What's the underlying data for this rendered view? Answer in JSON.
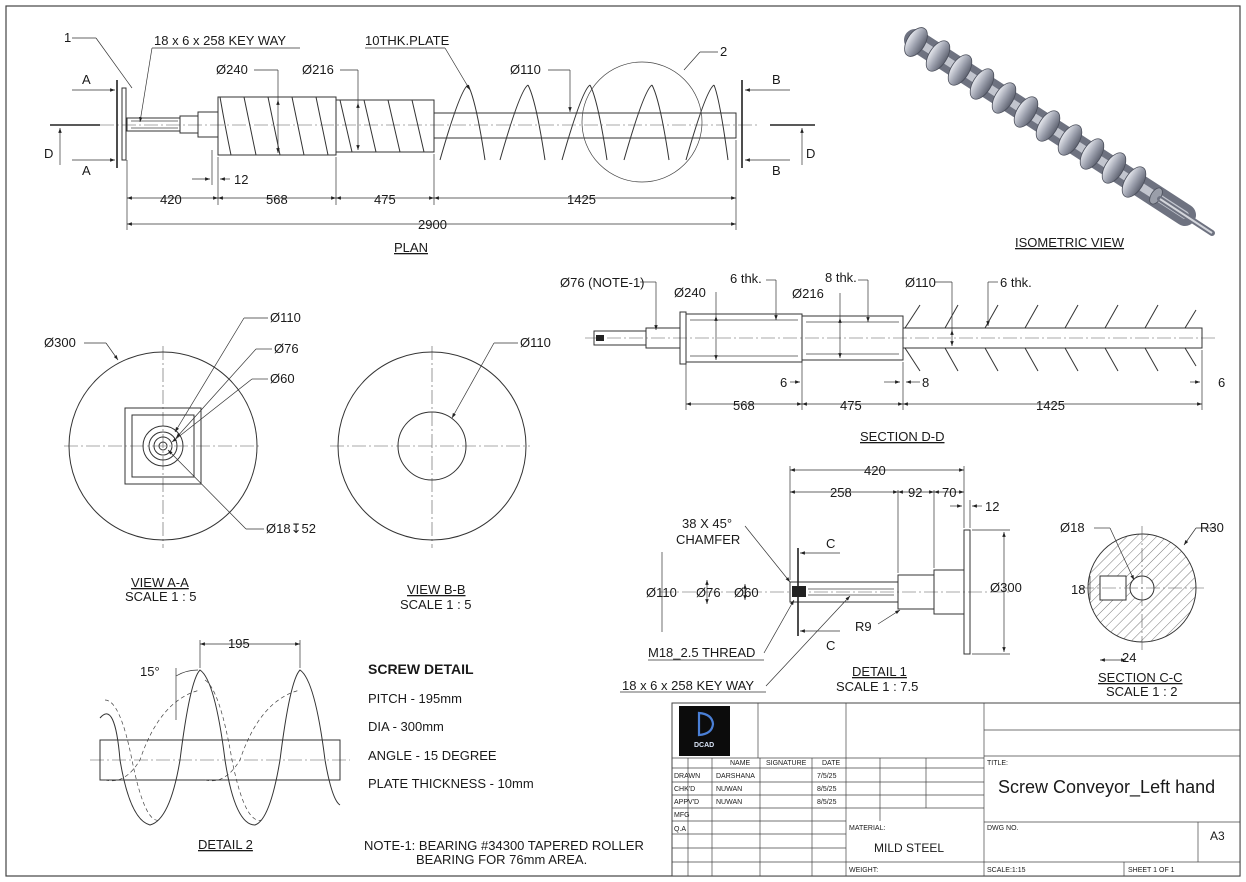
{
  "plan": {
    "title": "PLAN",
    "balloon_1": "1",
    "balloon_2": "2",
    "keyway": "18 x 6 x 258 KEY WAY",
    "plate": "10THK.PLATE",
    "dia_240": "Ø240",
    "dia_216": "Ø216",
    "dia_110": "Ø110",
    "sec_a": "A",
    "sec_b": "B",
    "sec_d": "D",
    "dim_12": "12",
    "dim_420": "420",
    "dim_568": "568",
    "dim_475": "475",
    "dim_1425": "1425",
    "dim_2900": "2900"
  },
  "isometric": {
    "title": "ISOMETRIC VIEW"
  },
  "section_dd": {
    "title": "SECTION D-D",
    "note1": "Ø76 (NOTE-1)",
    "dia_240": "Ø240",
    "dia_216": "Ø216",
    "dia_110": "Ø110",
    "thk_6a": "6 thk.",
    "thk_8": "8 thk.",
    "thk_6b": "6 thk.",
    "dim_6a": "6",
    "dim_8": "8",
    "dim_6b": "6",
    "dim_568": "568",
    "dim_475": "475",
    "dim_1425": "1425"
  },
  "view_aa": {
    "title": "VIEW A-A",
    "scale": "SCALE 1 : 5",
    "dia_300": "Ø300",
    "dia_110": "Ø110",
    "dia_76": "Ø76",
    "dia_60": "Ø60",
    "hole": "Ø18↧52"
  },
  "view_bb": {
    "title": "VIEW B-B",
    "scale": "SCALE 1 : 5",
    "dia_110": "Ø110"
  },
  "detail1": {
    "title": "DETAIL 1",
    "scale": "SCALE 1 : 7.5",
    "dim_420": "420",
    "dim_258": "258",
    "dim_92": "92",
    "dim_70": "70",
    "dim_12": "12",
    "chamfer_1": "38 X 45°",
    "chamfer_2": "CHAMFER",
    "sec_c": "C",
    "dia_110": "Ø110",
    "dia_76": "Ø76",
    "dia_60": "Ø60",
    "dia_300": "Ø300",
    "r9": "R9",
    "thread": "M18_2.5 THREAD",
    "keyway": "18 x 6 x 258 KEY WAY"
  },
  "section_cc": {
    "title": "SECTION C-C",
    "scale": "SCALE 1 : 2",
    "dia_18": "Ø18",
    "r30": "R30",
    "dim_18": "18",
    "dim_24": "24"
  },
  "detail2": {
    "title": "DETAIL 2",
    "dim_195": "195",
    "angle": "15°"
  },
  "screw_detail": {
    "heading": "SCREW DETAIL",
    "pitch": "PITCH - 195mm",
    "dia": "DIA - 300mm",
    "angle": "ANGLE - 15 DEGREE",
    "plate": "PLATE THICKNESS - 10mm"
  },
  "note": {
    "line1": "NOTE-1: BEARING #34300 TAPERED ROLLER",
    "line2": "BEARING FOR 76mm AREA."
  },
  "title_block": {
    "logo": "DCAD",
    "col_name": "NAME",
    "col_signature": "SIGNATURE",
    "col_date": "DATE",
    "rows": [
      {
        "role": "DRAWN",
        "name": "DARSHANA",
        "date": "7/5/25"
      },
      {
        "role": "CHK'D",
        "name": "NUWAN",
        "date": "8/5/25"
      },
      {
        "role": "APPV'D",
        "name": "NUWAN",
        "date": "8/5/25"
      },
      {
        "role": "MFG",
        "name": "",
        "date": ""
      },
      {
        "role": "Q.A",
        "name": "",
        "date": ""
      }
    ],
    "title_label": "TITLE:",
    "title": "Screw Conveyor_Left hand",
    "material_label": "MATERIAL:",
    "material": "MILD STEEL",
    "dwg_label": "DWG NO.",
    "size": "A3",
    "weight_label": "WEIGHT:",
    "scale": "SCALE:1:15",
    "sheet": "SHEET 1 OF 1"
  },
  "colors": {
    "line": "#333333",
    "logo_bg": "#0c0c0c",
    "logo_fg": "#4a7fd6",
    "steel": "#b9bcc6"
  }
}
